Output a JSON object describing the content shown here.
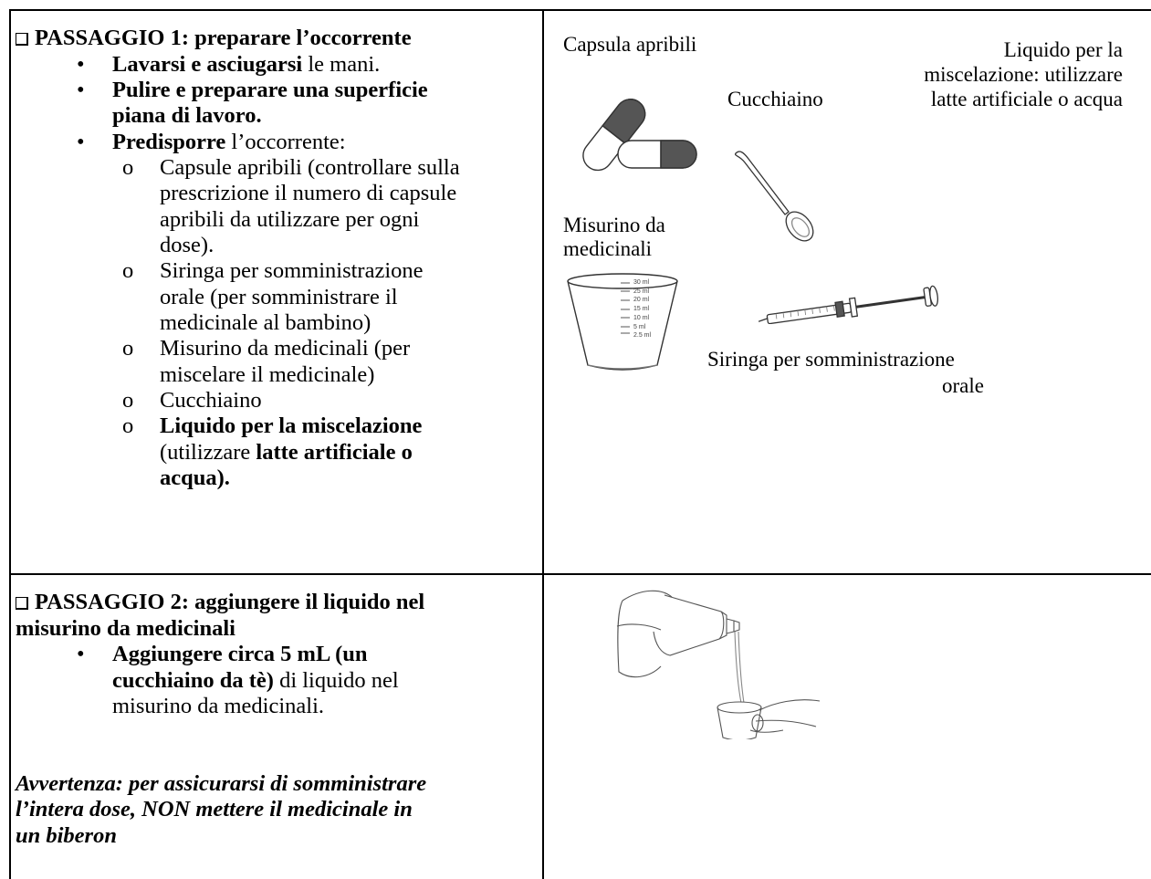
{
  "step1": {
    "title": "PASSAGGIO 1: preparare l’occorrente",
    "b1_bold": "Lavarsi e asciugarsi",
    "b1_rest": " le mani.",
    "b2_line1": "Pulire e preparare una superficie",
    "b2_line2": "piana di lavoro.",
    "b3_bold": "Predisporre",
    "b3_rest": " l’occorrente:",
    "sub1": [
      "Capsule apribili (controllare sulla",
      "prescrizione il numero di capsule",
      "apribili da utilizzare per ogni",
      "dose)."
    ],
    "sub2": [
      "Siringa per somministrazione",
      "orale (per somministrare il",
      "medicinale al bambino)"
    ],
    "sub3": [
      "Misurino da medicinali (per",
      "miscelare il medicinale)"
    ],
    "sub4": "Cucchiaino",
    "sub5_line1": "Liquido per la miscelazione",
    "sub5_line2_pre": "(utilizzare ",
    "sub5_line2_bold": "latte artificiale o",
    "sub5_line3": "acqua).",
    "bullet": "•",
    "sub_marker": "o"
  },
  "step1_labels": {
    "capsule": "Capsula apribili",
    "liquid": [
      "Liquido per la",
      "miscelazione: utilizzare",
      "latte artificiale o acqua"
    ],
    "spoon": "Cucchiaino",
    "cup": [
      "Misurino da",
      "medicinali"
    ],
    "syringe": [
      "Siringa per somministrazione",
      "orale"
    ],
    "cup_marks": [
      "30 ml",
      "25 ml",
      "20 ml",
      "15 ml",
      "10 ml",
      "5 ml",
      "2.5 ml"
    ]
  },
  "step2": {
    "title_line1": "PASSAGGIO 2: aggiungere il liquido nel",
    "title_line2": "misurino da medicinali",
    "bullet_bold1": "Aggiungere circa 5 mL (un",
    "bullet_bold2": "cucchiaino da tè)",
    "bullet_rest2": " di liquido nel",
    "bullet_line3": "misurino da medicinali.",
    "warning": [
      "Avvertenza: per assicurarsi di somministrare",
      "l’intera dose, NON mettere il medicinale in",
      "un biberon"
    ]
  }
}
